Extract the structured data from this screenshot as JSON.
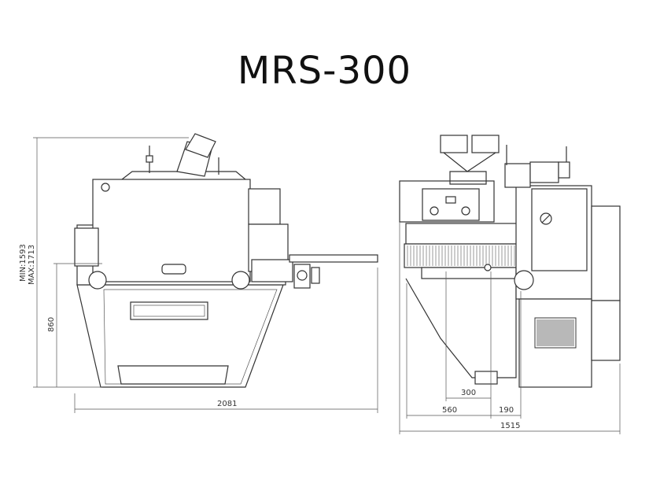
{
  "title": "MRS-300",
  "dimensions": {
    "height_range": "MIN:1593",
    "height_max": "MAX:1713",
    "table_height": "860",
    "length": "2081",
    "feed_width": "300",
    "offset_left": "560",
    "offset_right": "190",
    "width": "1515"
  }
}
